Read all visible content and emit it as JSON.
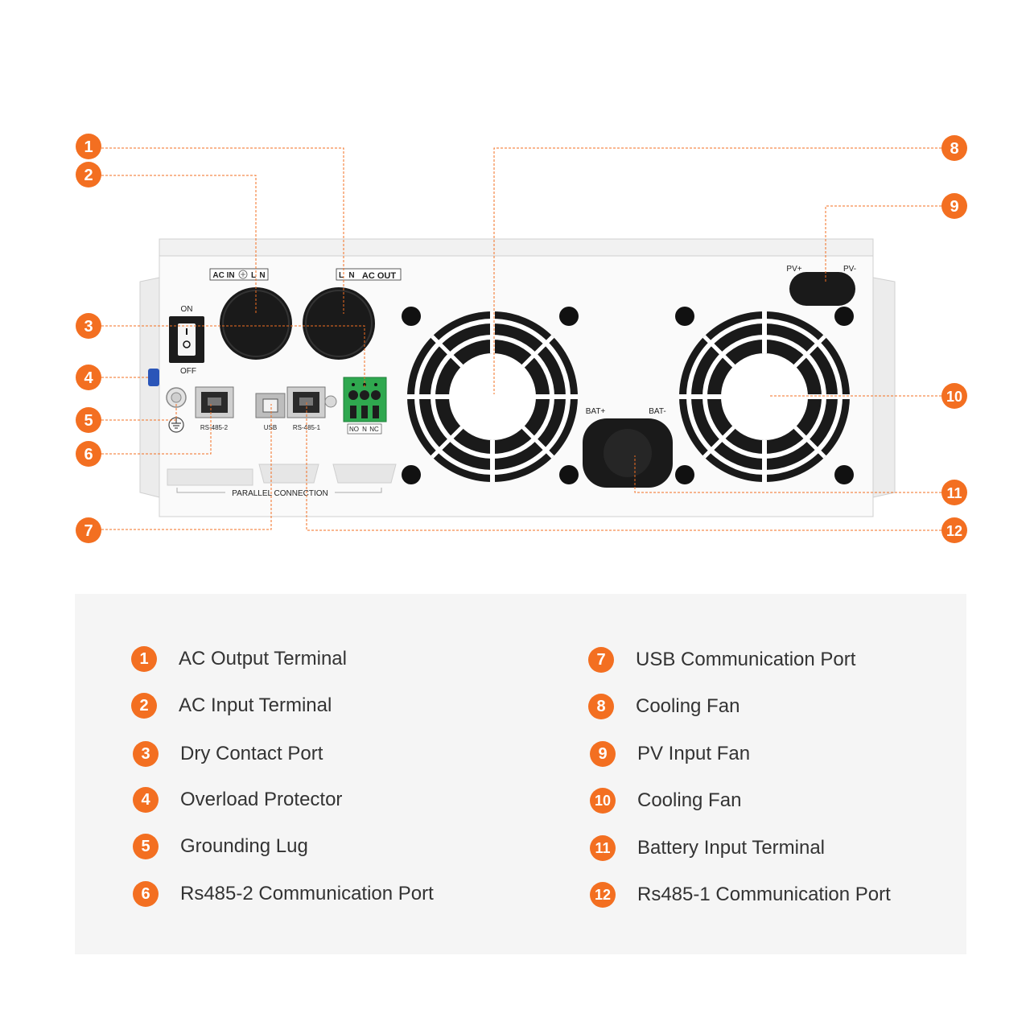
{
  "accent_color": "#f36f21",
  "callout_numbers": [
    "1",
    "2",
    "3",
    "4",
    "5",
    "6",
    "7",
    "8",
    "9",
    "10",
    "11",
    "12"
  ],
  "panel_labels": {
    "ac_in": "AC IN",
    "ac_in_l": "L",
    "ac_in_n": "N",
    "ac_out_l": "L",
    "ac_out_n": "N",
    "ac_out": "AC OUT",
    "on": "ON",
    "off": "OFF",
    "rs485_2": "RS-485-2",
    "usb": "USB",
    "rs485_1": "RS-485-1",
    "dry_no": "NO",
    "dry_n": "N",
    "dry_nc": "NC",
    "parallel": "PARALLEL CONNECTION",
    "pv_plus": "PV+",
    "pv_minus": "PV-",
    "bat_plus": "BAT+",
    "bat_minus": "BAT-"
  },
  "legend": [
    {
      "number": "1",
      "label": "AC Output Terminal"
    },
    {
      "number": "2",
      "label": "AC Input Terminal"
    },
    {
      "number": "3",
      "label": "Dry Contact Port"
    },
    {
      "number": "4",
      "label": "Overload Protector"
    },
    {
      "number": "5",
      "label": "Grounding Lug"
    },
    {
      "number": "6",
      "label": "Rs485-2 Communication Port"
    },
    {
      "number": "7",
      "label": "USB Communication Port"
    },
    {
      "number": "8",
      "label": "Cooling Fan"
    },
    {
      "number": "9",
      "label": "PV Input Fan"
    },
    {
      "number": "10",
      "label": "Cooling Fan"
    },
    {
      "number": "11",
      "label": "Battery Input Terminal"
    },
    {
      "number": "12",
      "label": "Rs485-1 Communication Port"
    }
  ]
}
